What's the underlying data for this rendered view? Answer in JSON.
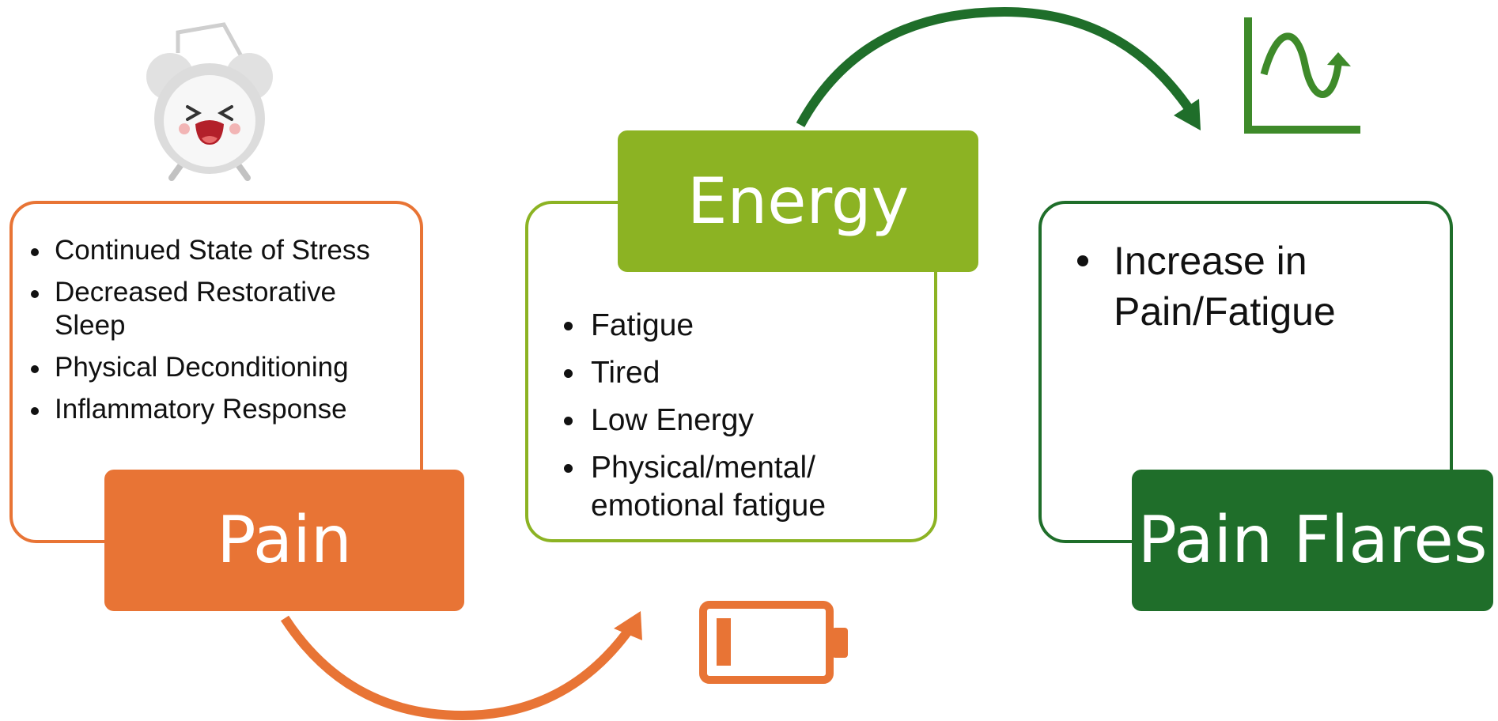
{
  "stages": {
    "pain": {
      "label": "Pain",
      "color": "#e87435",
      "items": [
        "Continued State of Stress",
        "Decreased Restorative Sleep",
        "Physical Deconditioning",
        "Inflammatory Response"
      ]
    },
    "energy": {
      "label": "Energy",
      "color": "#8cb323",
      "items": [
        "Fatigue",
        "Tired",
        "Low Energy",
        "Physical/mental/ emotional fatigue"
      ]
    },
    "flares": {
      "label": "Pain Flares",
      "color": "#1f6e2a",
      "items": [
        "Increase in Pain/Fatigue"
      ]
    }
  },
  "icons": {
    "pain": "alarm-clock-icon",
    "energy": "low-battery-icon",
    "flares": "rising-wave-graph-icon"
  },
  "arrows": {
    "pain_to_energy_color": "#e87435",
    "energy_to_flares_color": "#1f6e2a",
    "graph_color": "#3e8a2a"
  }
}
